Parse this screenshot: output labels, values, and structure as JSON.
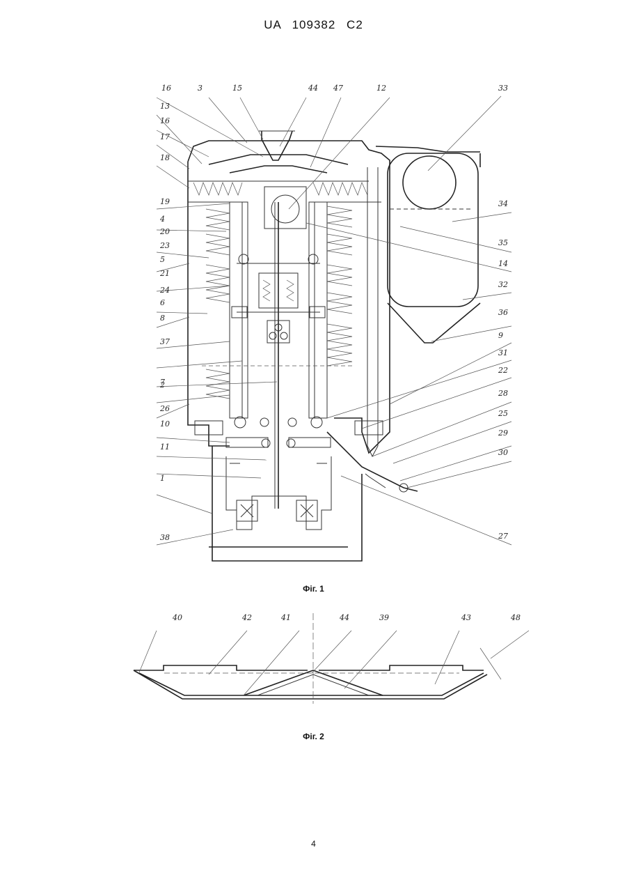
{
  "header": {
    "document_id": "UA   109382   C2"
  },
  "fig1": {
    "caption": "Фіг. 1",
    "labels": [
      "16",
      "3",
      "15",
      "44",
      "47",
      "12",
      "33",
      "13",
      "16",
      "17",
      "18",
      "19",
      "34",
      "4",
      "20",
      "35",
      "23",
      "14",
      "5",
      "32",
      "21",
      "24",
      "6",
      "36",
      "8",
      "9",
      "37",
      "31",
      "22",
      "7",
      "2",
      "28",
      "26",
      "25",
      "10",
      "29",
      "30",
      "11",
      "1",
      "27",
      "38"
    ]
  },
  "fig2": {
    "caption": "Фіг. 2",
    "labels": [
      "40",
      "42",
      "41",
      "44",
      "39",
      "43",
      "48"
    ]
  },
  "page_number": "4"
}
